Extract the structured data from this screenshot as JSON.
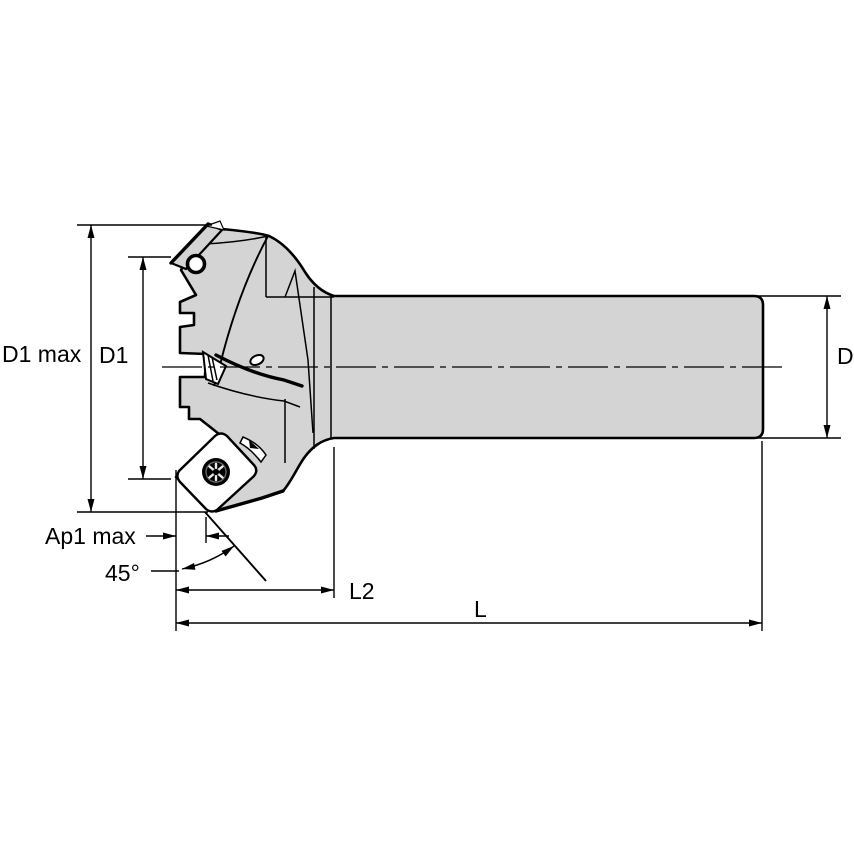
{
  "diagram": {
    "labels": {
      "d1_max": "D1 max",
      "d1": "D1",
      "ap1_max": "Ap1 max",
      "angle_45": "45°",
      "l2": "L2",
      "l": "L",
      "d": "D"
    },
    "colors": {
      "body_fill": "#d4d4d4",
      "insert_fill": "#ffffff",
      "line": "#000000",
      "background": "#ffffff"
    }
  }
}
